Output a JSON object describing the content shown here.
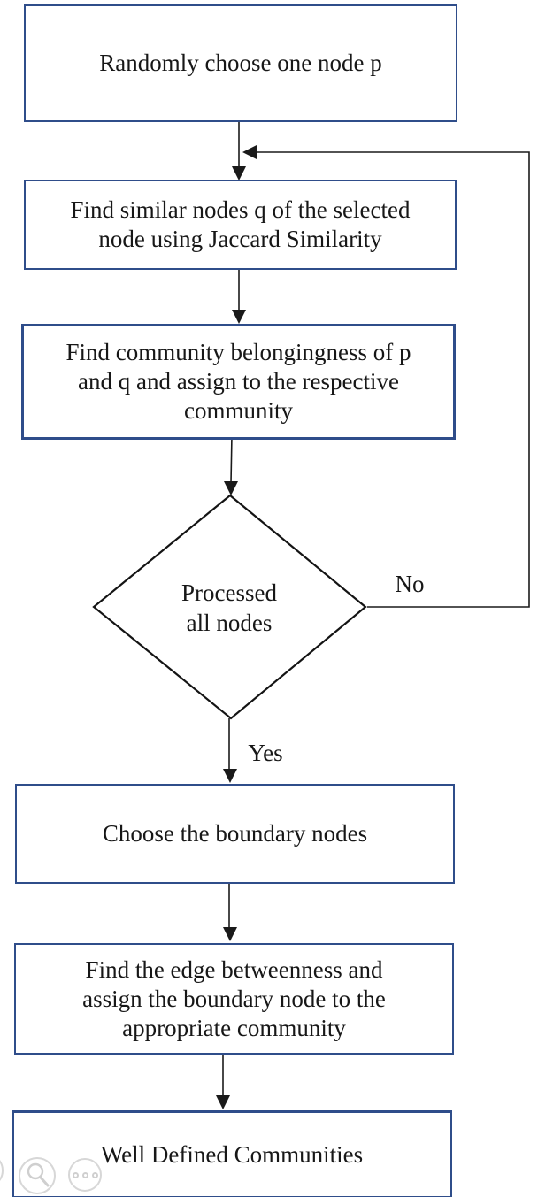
{
  "diagram": {
    "type": "flowchart",
    "nodes": [
      {
        "id": "choose-node",
        "shape": "rectangle",
        "lines": [
          "Randomly choose one node p"
        ]
      },
      {
        "id": "find-similar",
        "shape": "rectangle",
        "lines": [
          "Find similar nodes q of the selected",
          "node using Jaccard Similarity"
        ]
      },
      {
        "id": "assign-community",
        "shape": "rectangle",
        "lines": [
          "Find community belongingness of p",
          "and q and assign to the respective",
          "community"
        ]
      },
      {
        "id": "processed-decision",
        "shape": "diamond",
        "lines": [
          "Processed",
          "all nodes"
        ]
      },
      {
        "id": "choose-boundary",
        "shape": "rectangle",
        "lines": [
          "Choose the boundary nodes"
        ]
      },
      {
        "id": "edge-betweenness",
        "shape": "rectangle",
        "lines": [
          "Find the edge betweenness and",
          "assign the boundary node to the",
          "appropriate community"
        ]
      },
      {
        "id": "result",
        "shape": "rectangle",
        "lines": [
          "Well Defined Communities"
        ]
      }
    ],
    "edge_labels": {
      "no": "No",
      "yes": "Yes"
    },
    "colors": {
      "box_border": "#2f4d8a",
      "connector": "#1a1a1a",
      "text": "#171717",
      "watermark": "#d7d7d7"
    }
  },
  "viewer_controls": {
    "zoom_icon": "magnifier-in-circle",
    "more_icon": "three-dots-in-circle"
  }
}
